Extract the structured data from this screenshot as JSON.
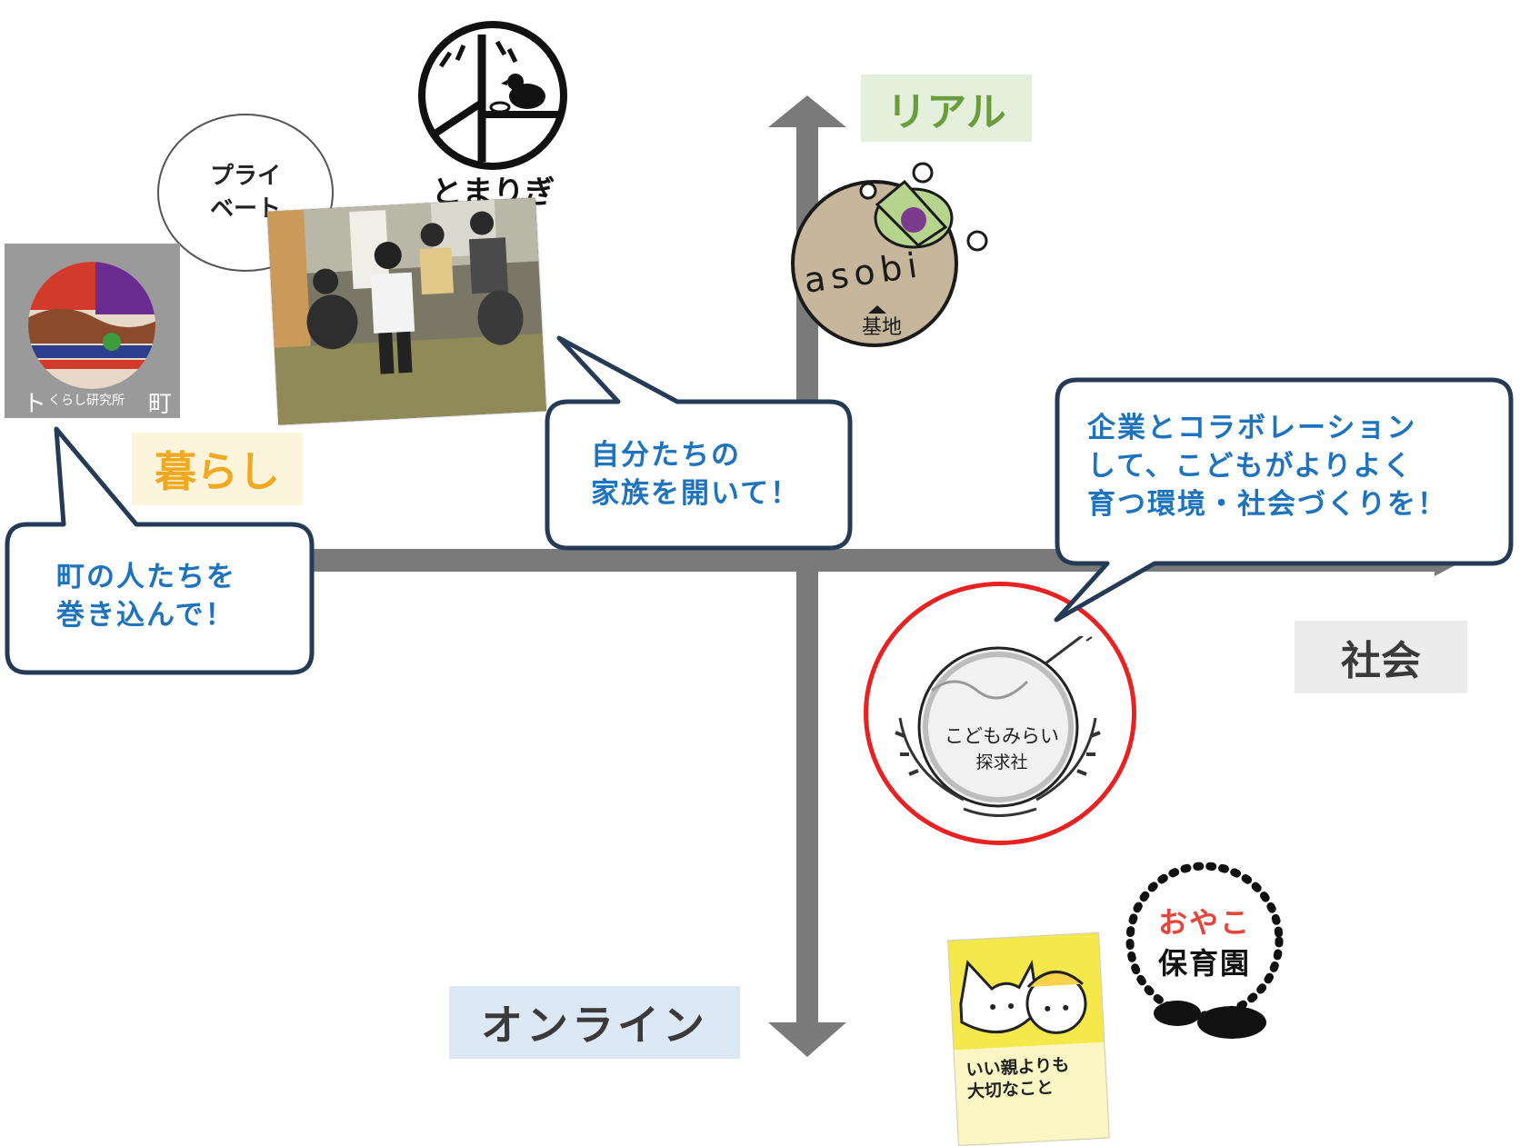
{
  "axes": {
    "top": "リアル",
    "bottom": "オンライン",
    "left": "暮らし",
    "right": "社会"
  },
  "circle_label": {
    "line1": "プライ",
    "line2": "ベート"
  },
  "logos": {
    "tomarigi": "とまりぎ",
    "asobi": "asobi",
    "asobi_sub": "基地",
    "kurashi": "くらし研究所",
    "kodomo_line1": "こどもみらい",
    "kodomo_line2": "探求社",
    "oyako_line1": "おやこ",
    "oyako_line2": "保育園",
    "book_title_line1": "いい親よりも",
    "book_title_line2": "大切なこと"
  },
  "bubbles": {
    "town": {
      "line1": "町の人たちを",
      "line2": "巻き込んで！"
    },
    "family": {
      "line1": "自分たちの",
      "line2": "家族を開いて！"
    },
    "company": {
      "line1": "企業とコラボレーション",
      "line2": "して、こどもがよりよく",
      "line3": "育つ環境・社会づくりを！"
    }
  },
  "colors": {
    "axis": "#7a7a7a",
    "bubble_border": "#253b55",
    "bubble_text": "#1e73be",
    "highlight_ring": "#e82222",
    "real_bg": "#e4f0db",
    "real_text": "#6a9d3c",
    "online_bg": "#dce8f4",
    "online_text": "#3a3a3a",
    "kurashi_bg": "#fdf4dc",
    "kurashi_text": "#f2a922",
    "shakai_bg": "#ececec",
    "shakai_text": "#3a3a3a"
  }
}
